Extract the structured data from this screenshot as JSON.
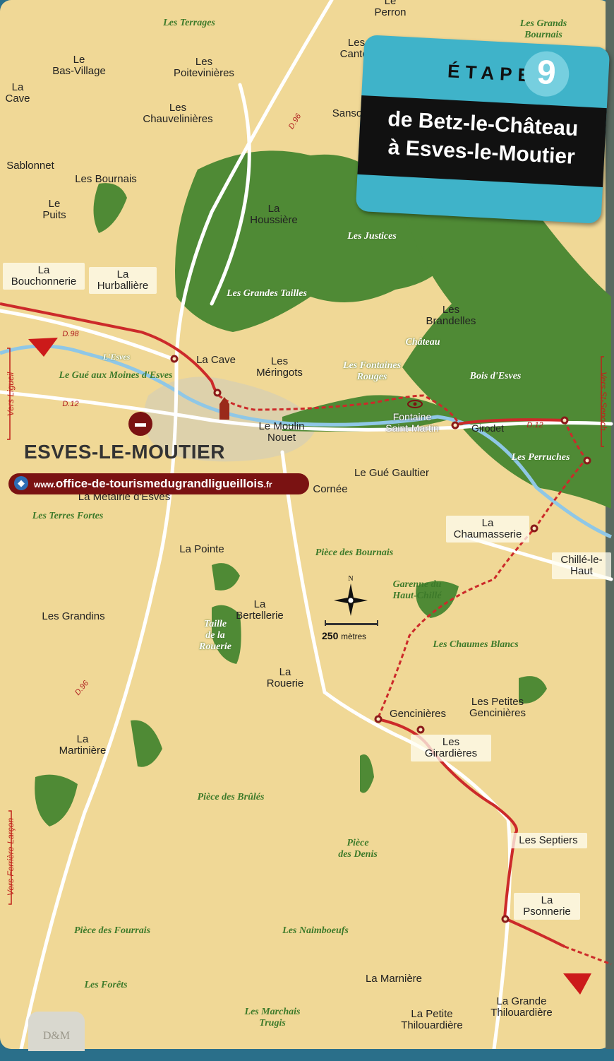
{
  "card": {
    "etape_word": "ÉTAPE",
    "number": "9",
    "title_line1": "de Betz-le-Château",
    "title_line2": "à Esves-le-Moutier",
    "colors": {
      "card": "#3fb3c9",
      "band": "#111111",
      "number": "#76cfdf"
    }
  },
  "website": {
    "prefix": "www.",
    "domain": "office-de-tourismedugrandligueillois",
    "suffix": ".fr",
    "icon": "road-sign-icon",
    "color": "#7a1212"
  },
  "scale": {
    "value": "250",
    "unit": "mètres"
  },
  "compass": {
    "north": "N"
  },
  "town": "ESVES-LE-MOUTIER",
  "colors": {
    "land": "#f0d896",
    "forest": "#4f8a35",
    "route": "#cc2a2a",
    "water": "#8fc7e6",
    "roads": "#ffffff"
  },
  "places": [
    {
      "id": "perron",
      "name": "Le\nPerron"
    },
    {
      "id": "cantell",
      "name": "Les\nCantell"
    },
    {
      "id": "sanso",
      "name": "Sanso"
    },
    {
      "id": "bas-village",
      "name": "Le\nBas-Village"
    },
    {
      "id": "poitevinieres",
      "name": "Les\nPoitevinières"
    },
    {
      "id": "la-cave-nw",
      "name": "La\nCave"
    },
    {
      "id": "chauvelinieres",
      "name": "Les\nChauvelinières"
    },
    {
      "id": "sablonnet",
      "name": "Sablonnet"
    },
    {
      "id": "les-bournais",
      "name": "Les Bournais"
    },
    {
      "id": "le-puits",
      "name": "Le\nPuits"
    },
    {
      "id": "houssiere",
      "name": "La\nHoussière"
    },
    {
      "id": "bouchonnerie",
      "name": "La\nBouchonnerie"
    },
    {
      "id": "hurballiere",
      "name": "La\nHurballière"
    },
    {
      "id": "brandelles",
      "name": "Les\nBrandelles"
    },
    {
      "id": "la-cave",
      "name": "La Cave"
    },
    {
      "id": "meringots",
      "name": "Les\nMéringots"
    },
    {
      "id": "moulin-nouet",
      "name": "Le Moulin\nNouet"
    },
    {
      "id": "fontaine-saint-martin",
      "name": "Fontaine\nSaint-Martin"
    },
    {
      "id": "girodet",
      "name": "Girodet"
    },
    {
      "id": "gue-gaultier",
      "name": "Le Gué Gaultier"
    },
    {
      "id": "cornee",
      "name": "Cornée"
    },
    {
      "id": "metairie",
      "name": "La Métairie d'Esves"
    },
    {
      "id": "chaumasserie",
      "name": "La\nChaumasserie"
    },
    {
      "id": "chille-le-haut",
      "name": "Chillé-le-\nHaut"
    },
    {
      "id": "la-pointe",
      "name": "La Pointe"
    },
    {
      "id": "les-grandins",
      "name": "Les Grandins"
    },
    {
      "id": "bertellerie",
      "name": "La\nBertellerie"
    },
    {
      "id": "rouerie",
      "name": "La\nRouerie"
    },
    {
      "id": "gencinieres",
      "name": "Gencinières"
    },
    {
      "id": "petites-gencinieres",
      "name": "Les Petites\nGencinières"
    },
    {
      "id": "girardieres",
      "name": "Les\nGirardières"
    },
    {
      "id": "martiniere",
      "name": "La\nMartinière"
    },
    {
      "id": "septiers",
      "name": "Les Septiers"
    },
    {
      "id": "psonnerie",
      "name": "La\nPsonnerie"
    },
    {
      "id": "marniere",
      "name": "La Marnière"
    },
    {
      "id": "petite-thilouardiere",
      "name": "La Petite\nThilouardière"
    },
    {
      "id": "grande-thilouardiere",
      "name": "La Grande\nThilouardière"
    }
  ],
  "lieux_dits": [
    {
      "id": "terrages",
      "name": "Les Terrages"
    },
    {
      "id": "grands-bournais",
      "name": "Les Grands\nBournais"
    },
    {
      "id": "justices",
      "name": "Les    Justices"
    },
    {
      "id": "grandes-tailles",
      "name": "Les Grandes Tailles"
    },
    {
      "id": "chateau",
      "name": "Château"
    },
    {
      "id": "bois-esves",
      "name": "Bois   d'Esves"
    },
    {
      "id": "fontaines-rouges",
      "name": "Les Fontaines\nRouges"
    },
    {
      "id": "gue-aux-moines",
      "name": "Le Gué aux Moines d'Esves"
    },
    {
      "id": "esves-river",
      "name": "L'Esves"
    },
    {
      "id": "perruches",
      "name": "Les Perruches"
    },
    {
      "id": "terres-fortes",
      "name": "Les Terres Fortes"
    },
    {
      "id": "piece-bournais",
      "name": "Pièce des Bournais"
    },
    {
      "id": "garenne",
      "name": "Garenne du\nHaut-Chillé"
    },
    {
      "id": "chaumes-blancs",
      "name": "Les Chaumes Blancs"
    },
    {
      "id": "taille-rouerie",
      "name": "Taille\nde la\nRouerie"
    },
    {
      "id": "piece-brules",
      "name": "Pièce des Brûlés"
    },
    {
      "id": "piece-denis",
      "name": "Pièce\ndes Denis"
    },
    {
      "id": "piece-fourrais",
      "name": "Pièce des Fourrais"
    },
    {
      "id": "naimboeufs",
      "name": "Les Naimboeufs"
    },
    {
      "id": "forets",
      "name": "Les Forêts"
    },
    {
      "id": "marchais-trugis",
      "name": "Les Marchais\nTrugis"
    }
  ],
  "roads": [
    {
      "id": "d96-north",
      "name": "D.96"
    },
    {
      "id": "d98",
      "name": "D.98"
    },
    {
      "id": "d12-west",
      "name": "D.12"
    },
    {
      "id": "d12-east",
      "name": "D.12"
    },
    {
      "id": "d96-south",
      "name": "D.96"
    }
  ],
  "directions": [
    {
      "id": "vers-ligueil",
      "name": "Vers Ligueil"
    },
    {
      "id": "vers-st-senoch",
      "name": "Vers St-Senoch"
    },
    {
      "id": "vers-ferriere",
      "name": "Vers Ferrière-Larçon"
    }
  ],
  "stone_text": "D&M"
}
